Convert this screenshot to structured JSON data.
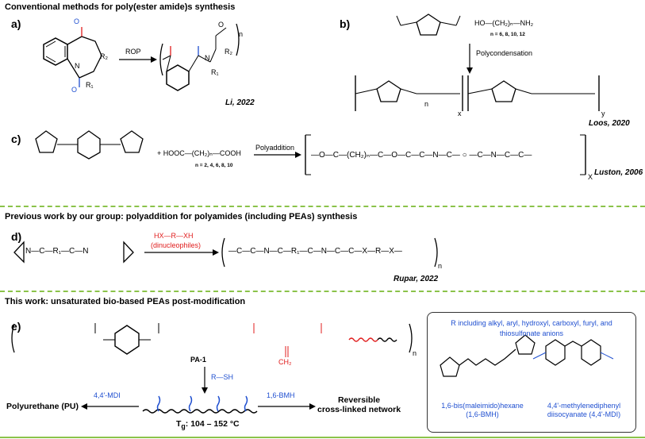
{
  "section_a_c": {
    "header": "Conventional methods for poly(ester amide)s synthesis",
    "a": {
      "label": "a)",
      "arrow": "ROP",
      "ref": "Li, 2022",
      "r1": "R₁",
      "r2": "R₂",
      "n": "n",
      "r1p": "R₁",
      "r2p": "R₂"
    },
    "b": {
      "label": "b)",
      "reagent": "HO—(CH₂)ₙ—NH₂",
      "n_values": "n = 6, 8, 10, 12",
      "arrow": "Polycondensation",
      "ref": "Loos, 2020",
      "x": "x",
      "y": "y",
      "n": "n"
    },
    "c": {
      "label": "c)",
      "reagent": "+ HOOC—(CH₂)ₙ—COOH",
      "n_values": "n = 2, 4, 6, 8, 10",
      "arrow": "Polyaddition",
      "product": "—O—C—(CH₂)ₙ—C—O—C—C—N—C— ○ —C—N—C—C—",
      "ref": "Luston, 2006",
      "x": "X"
    }
  },
  "section_d": {
    "header": "Previous work by our group: polyaddition for polyamides (including PEAs) synthesis",
    "label": "d)",
    "reagent": "HX—R—XH",
    "reagent_note": "(dinucleophiles)",
    "monomer": "N—C—R₁—C—N",
    "product": "—C—C—N—C—R₁—C—N—C—C—X—R—X—",
    "n": "n",
    "ref": "Rupar, 2022"
  },
  "section_e": {
    "header": "This work: unsaturated bio-based PEAs post-modification",
    "label": "e)",
    "polymer_name": "PA-1",
    "n": "n",
    "ch2": "CH₂",
    "thiol": "R—SH",
    "left_reagent": "4,4'-MDI",
    "left_product": "Polyurethane (PU)",
    "right_reagent": "1,6-BMH",
    "right_product_line1": "Reversible",
    "right_product_line2": "cross-linked network",
    "tg_label": "T",
    "tg_sub": "g",
    "tg_value": ": 104 – 152 °C",
    "legend": {
      "r_text": "R including alkyl, aryl, hydroxyl, carboxyl, furyl, and thiosulfonate anions",
      "bmh_line1": "1,6-bis(maleimido)hexane",
      "bmh_line2": "(1,6-BMH)",
      "mdi_line1": "4,4'-methylenediphenyl",
      "mdi_line2": "diisocyanate (4,4'-MDI)"
    }
  },
  "colors": {
    "accent_blue": "#1f4fd0",
    "accent_red": "#e01c1c",
    "divider_green": "#8bc34a"
  }
}
